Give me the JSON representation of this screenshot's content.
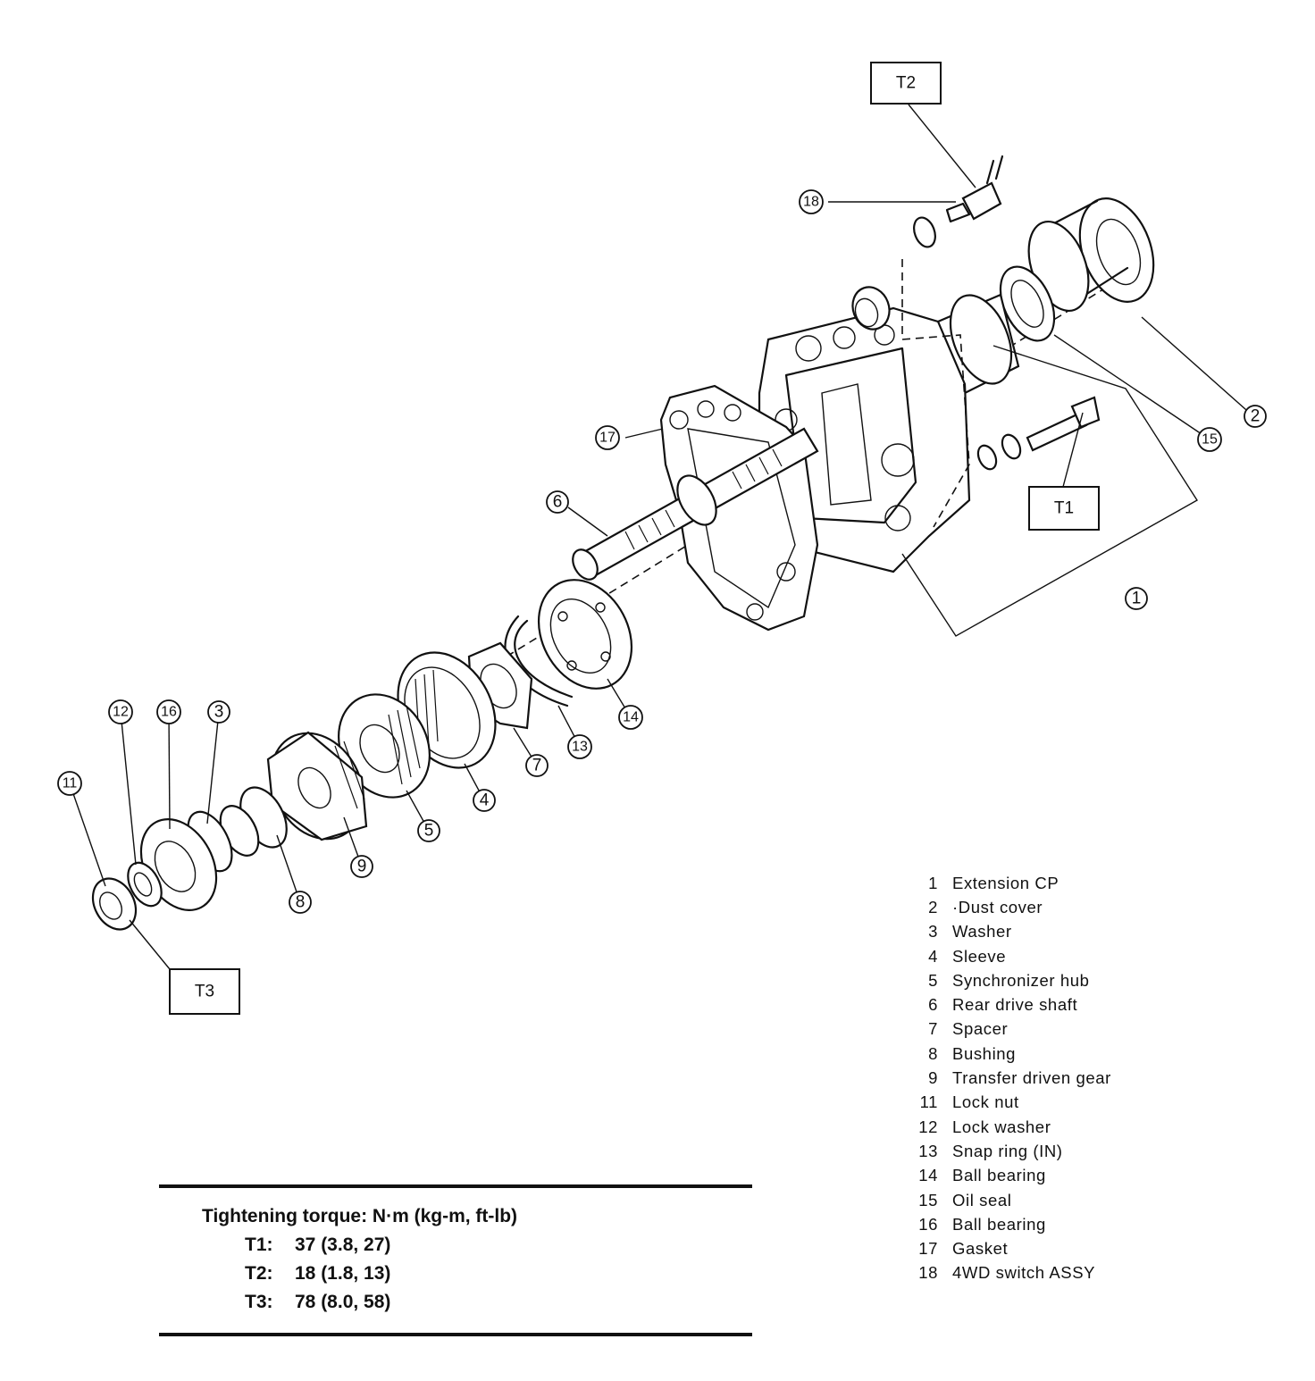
{
  "callouts": [
    {
      "id": "1",
      "label": "1"
    },
    {
      "id": "2",
      "label": "2"
    },
    {
      "id": "3",
      "label": "3"
    },
    {
      "id": "4",
      "label": "4"
    },
    {
      "id": "5",
      "label": "5"
    },
    {
      "id": "6",
      "label": "6"
    },
    {
      "id": "7",
      "label": "7"
    },
    {
      "id": "8",
      "label": "8"
    },
    {
      "id": "9",
      "label": "9"
    },
    {
      "id": "11",
      "label": "11"
    },
    {
      "id": "12",
      "label": "12"
    },
    {
      "id": "13",
      "label": "13"
    },
    {
      "id": "14",
      "label": "14"
    },
    {
      "id": "15",
      "label": "15"
    },
    {
      "id": "16",
      "label": "16"
    },
    {
      "id": "17",
      "label": "17"
    },
    {
      "id": "18",
      "label": "18"
    }
  ],
  "torque_boxes": {
    "t1": "T1",
    "t2": "T2",
    "t3": "T3"
  },
  "legend": [
    {
      "num": "1",
      "label": "Extension CP"
    },
    {
      "num": "2",
      "label": "·Dust cover"
    },
    {
      "num": "3",
      "label": "Washer"
    },
    {
      "num": "4",
      "label": "Sleeve"
    },
    {
      "num": "5",
      "label": "Synchronizer hub"
    },
    {
      "num": "6",
      "label": "Rear drive shaft"
    },
    {
      "num": "7",
      "label": "Spacer"
    },
    {
      "num": "8",
      "label": "Bushing"
    },
    {
      "num": "9",
      "label": "Transfer driven gear"
    },
    {
      "num": "11",
      "label": "Lock nut"
    },
    {
      "num": "12",
      "label": "Lock washer"
    },
    {
      "num": "13",
      "label": "Snap ring (IN)"
    },
    {
      "num": "14",
      "label": "Ball bearing"
    },
    {
      "num": "15",
      "label": "Oil seal"
    },
    {
      "num": "16",
      "label": "Ball bearing"
    },
    {
      "num": "17",
      "label": "Gasket"
    },
    {
      "num": "18",
      "label": "4WD switch ASSY"
    }
  ],
  "torque": {
    "title": "Tightening torque:  N·m (kg-m, ft-lb)",
    "rows": [
      {
        "key": "T1:",
        "value": "37 (3.8, 27)"
      },
      {
        "key": "T2:",
        "value": "18 (1.8, 13)"
      },
      {
        "key": "T3:",
        "value": "78 (8.0, 58)"
      }
    ]
  }
}
